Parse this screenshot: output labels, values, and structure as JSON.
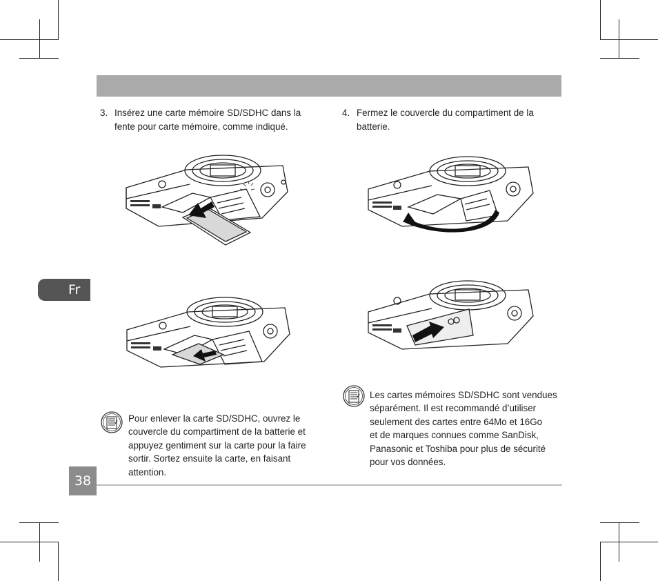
{
  "step3": {
    "number": "3.",
    "lines": [
      "Insérez une carte mémoire SD/SDHC dans la",
      "fente pour carte mémoire, comme indiqué."
    ]
  },
  "step4": {
    "number": "4.",
    "lines": [
      "Fermez le couvercle du compartiment de la",
      "batterie."
    ]
  },
  "note_left": {
    "lines": [
      "Pour enlever la carte SD/SDHC, ouvrez le",
      "couvercle du compartiment de la batterie et",
      "appuyez gentiment sur la carte pour la faire",
      "sortir. Sortez ensuite la carte, en faisant",
      "attention."
    ]
  },
  "note_right": {
    "lines": [
      "Les cartes mémoires SD/SDHC sont vendues",
      "séparément. Il est recommandé d’utiliser",
      "seulement des cartes entre 64Mo et 16Go",
      "et de marques connues comme SanDisk,",
      "Panasonic et Toshiba pour plus de sécurité",
      "pour vos données."
    ]
  },
  "language_tab": "Fr",
  "page_number": "38",
  "colors": {
    "header_bar": "#aaaaaa",
    "tab": "#555555",
    "page_box": "#8c8c8c"
  }
}
